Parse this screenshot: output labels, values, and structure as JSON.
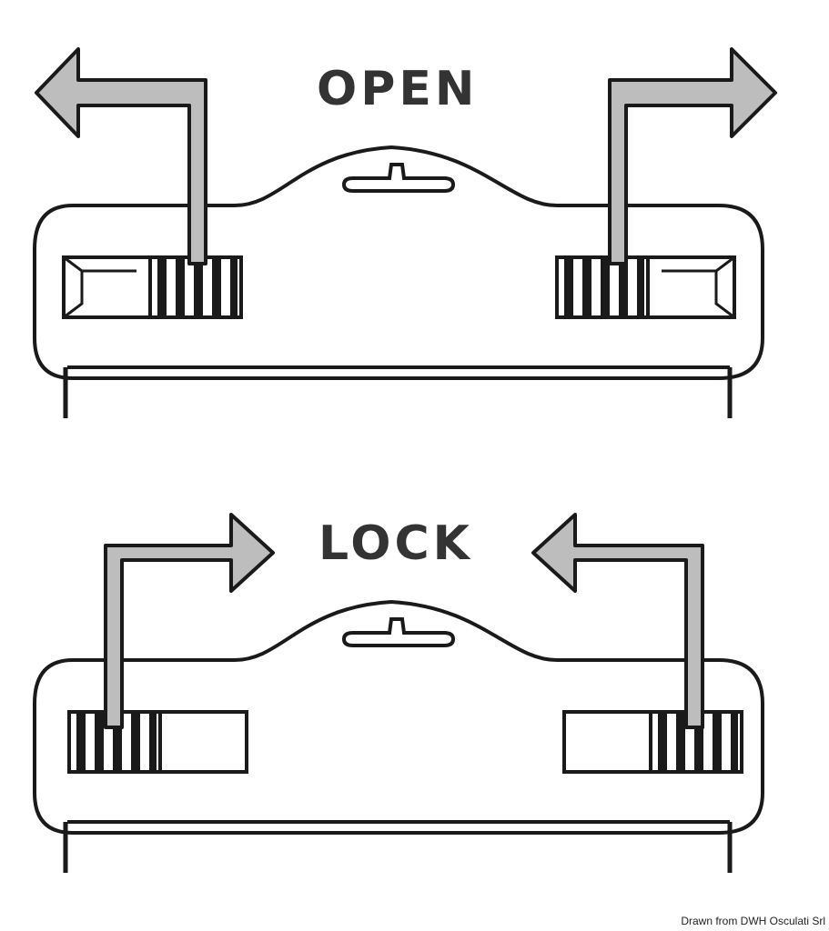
{
  "labels": {
    "open": "OPEN",
    "lock": "LOCK"
  },
  "credit": "Drawn from DWH Osculati Srl",
  "colors": {
    "outline": "#1a1a1a",
    "arrow_fill": "#bdbdbd",
    "text": "#333333"
  }
}
